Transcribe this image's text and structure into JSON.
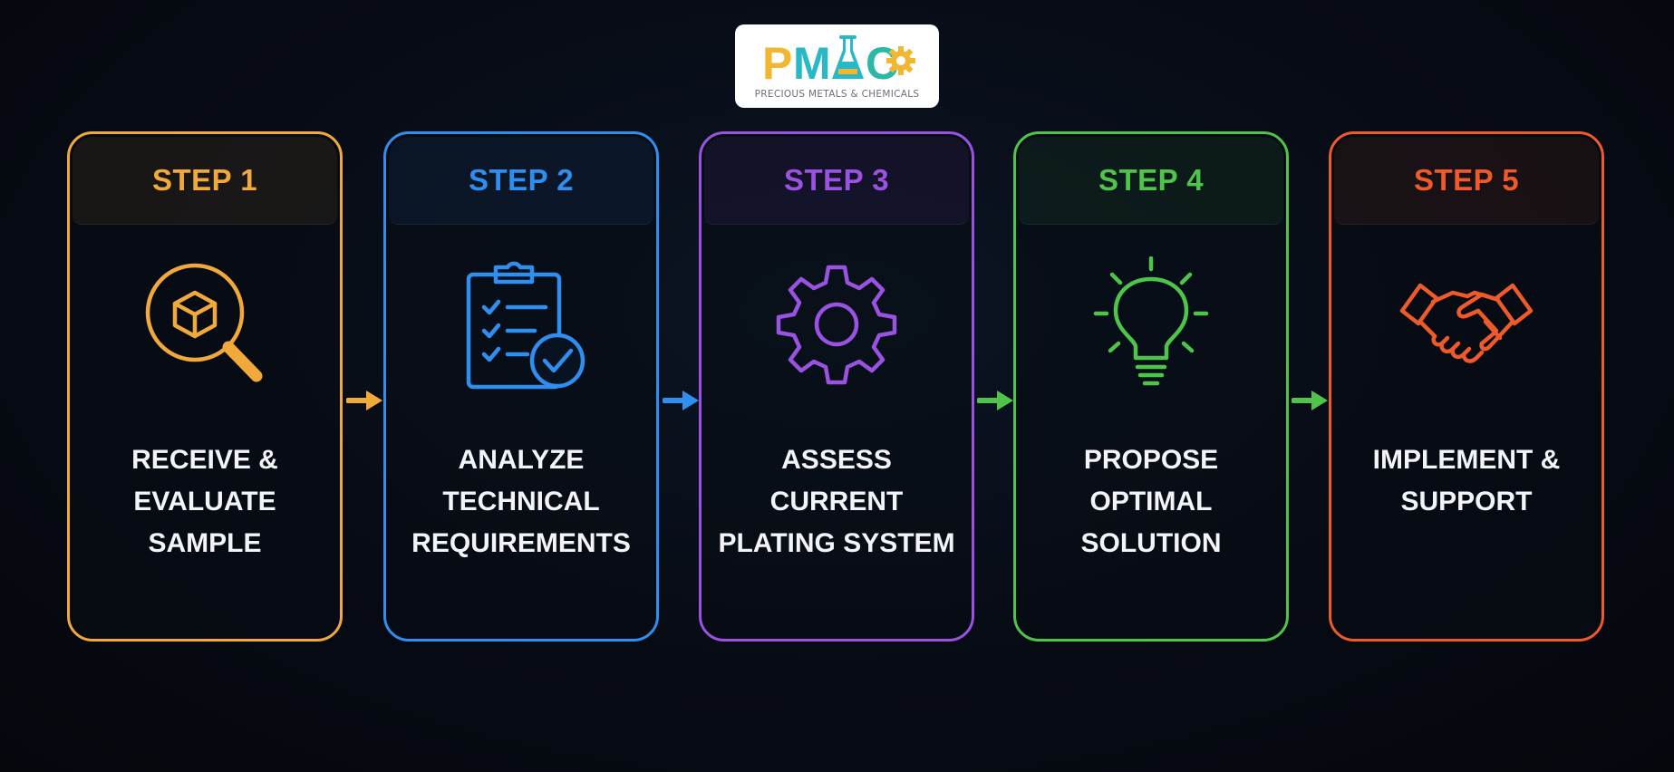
{
  "logo": {
    "wordmark": "PMAC",
    "tagline": "PRECIOUS METALS & CHEMICALS",
    "colors": {
      "p": "#f2b731",
      "m": "#29b8c6",
      "a": "#29b8c6",
      "c": "#2bb8a6",
      "gear": "#f2b731"
    }
  },
  "steps": [
    {
      "title": "STEP 1",
      "lines": [
        "RECEIVE &",
        "EVALUATE",
        "SAMPLE"
      ],
      "icon": "magnifier-box-icon",
      "color": "#f2a93b"
    },
    {
      "title": "STEP 2",
      "lines": [
        "ANALYZE",
        "TECHNICAL",
        "REQUIREMENTS"
      ],
      "icon": "clipboard-check-icon",
      "color": "#2f8ff0"
    },
    {
      "title": "STEP 3",
      "lines": [
        "ASSESS",
        "CURRENT",
        "PLATING SYSTEM"
      ],
      "icon": "gear-icon",
      "color": "#9a52e0"
    },
    {
      "title": "STEP 4",
      "lines": [
        "PROPOSE",
        "OPTIMAL",
        "SOLUTION"
      ],
      "icon": "lightbulb-icon",
      "color": "#4fc44a"
    },
    {
      "title": "STEP 5",
      "lines": [
        "IMPLEMENT &",
        "SUPPORT"
      ],
      "icon": "handshake-icon",
      "color": "#ef5a2a"
    }
  ],
  "arrows": [
    {
      "color": "#f2a93b"
    },
    {
      "color": "#2f8ff0"
    },
    {
      "color": "#4fc44a"
    },
    {
      "color": "#4fc44a"
    }
  ]
}
